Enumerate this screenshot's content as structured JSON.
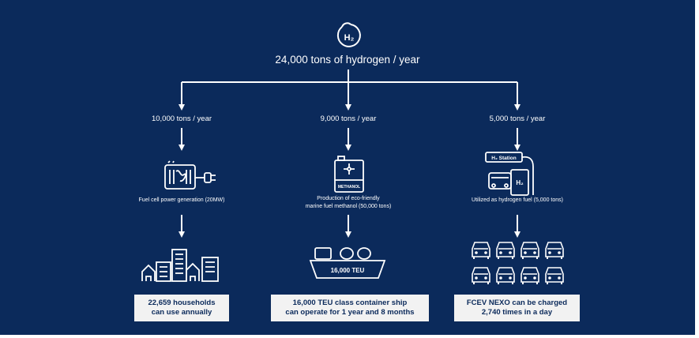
{
  "header": {
    "h2_symbol": "H₂",
    "title": "24,000 tons of hydrogen / year"
  },
  "branches": [
    {
      "rate": "10,000 tons / year",
      "usage_caption": [
        "Fuel cell power generation (20MW)"
      ],
      "result": [
        "22,659 households",
        "can use annually"
      ]
    },
    {
      "rate": "9,000 tons / year",
      "usage_caption": [
        "Production of eco-friendly",
        "marine fuel methanol (50,000 tons)"
      ],
      "tank_label": "METHANOL",
      "ship_label": "16,000 TEU",
      "result": [
        "16,000 TEU class container ship",
        "can operate for 1 year and 8 months"
      ]
    },
    {
      "rate": "5,000 tons / year",
      "station_label": "H₂ Station",
      "pump_symbol": "H₂",
      "usage_caption": [
        "Utilized as hydrogen fuel (5,000 tons)"
      ],
      "result": [
        "FCEV NEXO can be charged",
        "2,740 times in a day"
      ]
    }
  ],
  "colors": {
    "background": "#0b2a5b",
    "foreground": "#ffffff",
    "box": "#f2f2f2"
  }
}
